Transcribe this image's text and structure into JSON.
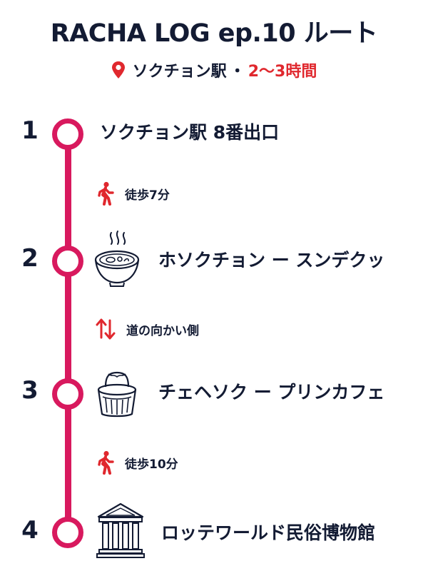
{
  "header": {
    "title": "RACHA LOG ep.10 ルート",
    "location": "ソクチョン駅",
    "separator": "・",
    "duration": "2〜3時間",
    "accent_color": "#e0282e"
  },
  "route": {
    "line_color": "#d8195e",
    "stops": [
      {
        "number": "1",
        "label": "ソクチョン駅 8番出口",
        "icon": null
      },
      {
        "number": "2",
        "label": "ホソクチョン ー スンデクッ",
        "icon": "soup-bowl-icon"
      },
      {
        "number": "3",
        "label": "チェヘソク ー プリンカフェ",
        "icon": "pudding-icon"
      },
      {
        "number": "4",
        "label": "ロッテワールド民俗博物館",
        "icon": "museum-icon"
      }
    ],
    "connections": [
      {
        "icon": "walking-person-icon",
        "text": "徒歩7分"
      },
      {
        "icon": "up-down-arrows-icon",
        "text": "道の向かい側"
      },
      {
        "icon": "walking-person-icon",
        "text": "徒歩10分"
      }
    ]
  }
}
